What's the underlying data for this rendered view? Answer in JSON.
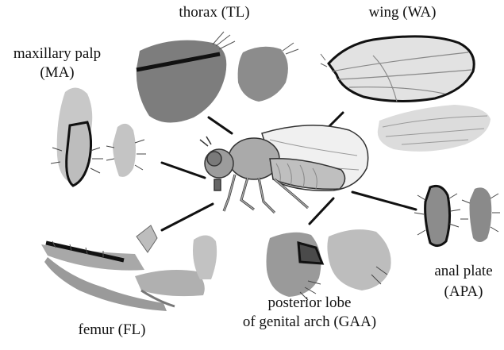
{
  "labels": {
    "thorax": "thorax (TL)",
    "wing": "wing (WA)",
    "maxillary_palp_line1": "maxillary palp",
    "maxillary_palp_line2": "(MA)",
    "anal_plate_line1": "anal plate",
    "anal_plate_line2": "(APA)",
    "posterior_lobe_line1": "posterior lobe",
    "posterior_lobe_line2": "of genital arch (GAA)",
    "femur": "femur (FL)"
  },
  "colors": {
    "outline": "#111111",
    "specimen_dark": "#7a7a7a",
    "specimen_light": "#b8b8b8",
    "wing_membrane": "#e4e4e4",
    "fly_body": "#a9a9a9",
    "fly_wing": "#f2f2f2"
  }
}
